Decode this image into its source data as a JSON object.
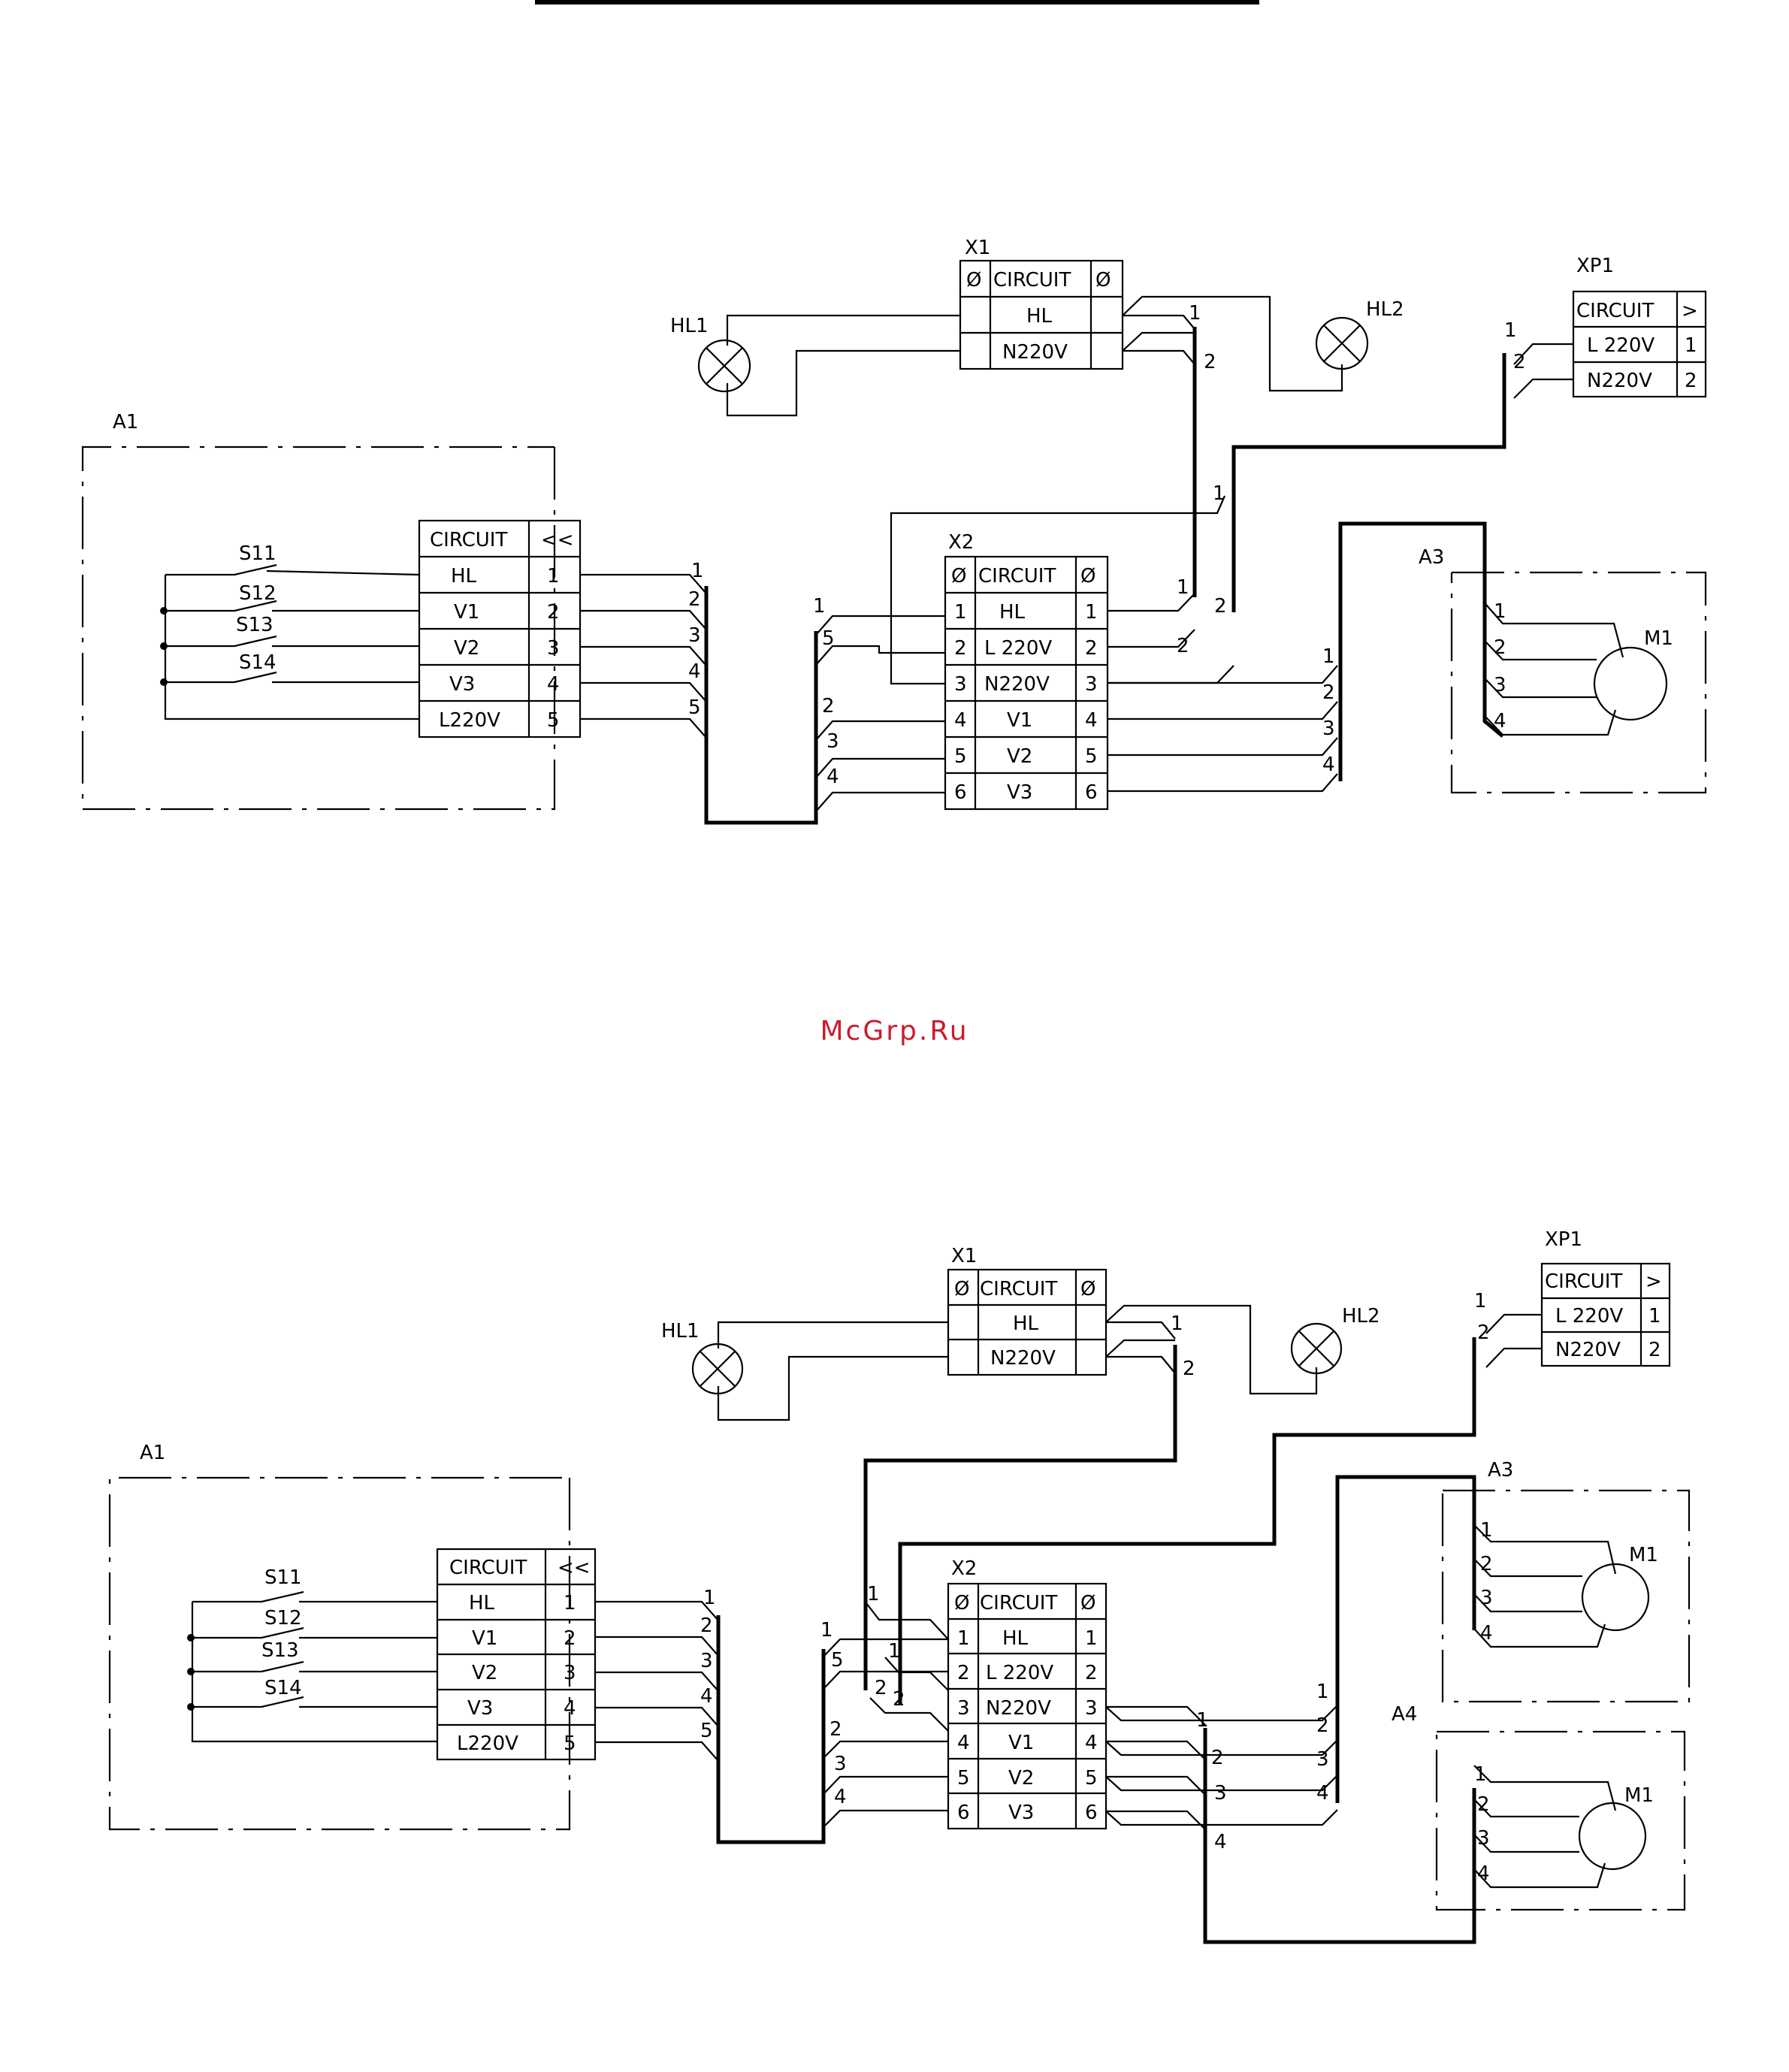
{
  "watermark": {
    "text": "McGrp.Ru",
    "color": "#cc1a2e"
  },
  "labels": {
    "a1": "A1",
    "a3": "A3",
    "a4": "A4",
    "x1": "X1",
    "x2": "X2",
    "xp1": "XP1",
    "hl1": "HL1",
    "hl2": "HL2",
    "m1": "M1",
    "s11": "S11",
    "s12": "S12",
    "s13": "S13",
    "s14": "S14"
  },
  "a1_table": {
    "header": "CIRCUIT",
    "header_symbol": "<<",
    "rows": [
      [
        "HL",
        "1"
      ],
      [
        "V1",
        "2"
      ],
      [
        "V2",
        "3"
      ],
      [
        "V3",
        "4"
      ],
      [
        "L220V",
        "5"
      ]
    ]
  },
  "x1_table": {
    "header": "CIRCUIT",
    "ground_symbol": "Ø",
    "rows": [
      "HL",
      "N220V"
    ]
  },
  "x2_table": {
    "header": "CIRCUIT",
    "ground_symbol": "Ø",
    "rows": [
      [
        "1",
        "HL",
        "1"
      ],
      [
        "2",
        "L 220V",
        "2"
      ],
      [
        "3",
        "N220V",
        "3"
      ],
      [
        "4",
        "V1",
        "4"
      ],
      [
        "5",
        "V2",
        "5"
      ],
      [
        "6",
        "V3",
        "6"
      ]
    ]
  },
  "xp1_table": {
    "header": "CIRCUIT",
    "header_symbol": ">",
    "rows": [
      [
        "L 220V",
        "1"
      ],
      [
        "N220V",
        "2"
      ]
    ]
  },
  "wire_numbers": {
    "n1": "1",
    "n2": "2",
    "n3": "3",
    "n4": "4",
    "n5": "5"
  }
}
